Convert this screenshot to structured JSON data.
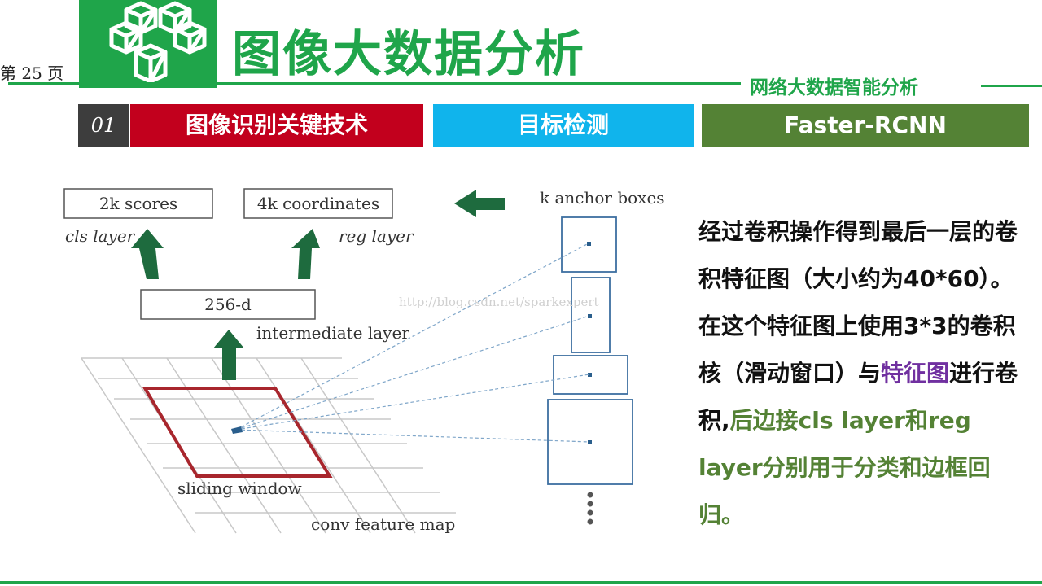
{
  "header": {
    "page_number": "第 25 页",
    "title": "图像大数据分析",
    "subtitle": "网络大数据智能分析",
    "logo_icon": "cube-stack-icon"
  },
  "tabs": [
    {
      "label": "01"
    },
    {
      "label": "图像识别关键技术"
    },
    {
      "label": "目标检测"
    },
    {
      "label": "Faster-RCNN"
    }
  ],
  "diagram": {
    "scores_box": "2k scores",
    "coords_box": "4k coordinates",
    "cls_label": "cls layer",
    "reg_label": "reg layer",
    "intermediate_box": "256-d",
    "intermediate_label": "intermediate layer",
    "anchor_label": "k anchor boxes",
    "sliding_window_label": "sliding window",
    "feature_map_label": "conv feature map",
    "watermark": "http://blog.csdn.net/sparkexpert"
  },
  "description": {
    "part1": "经过卷积操作得到最后一层的卷积特征图（大小约为40*60）。在这个特征图上使用3*3的卷积核（滑动窗口）与",
    "part2": "特征图",
    "part3": "进行卷积,",
    "part4": "后边接cls layer和reg layer分别用于分类和边框回归。"
  },
  "colors": {
    "brand_green": "#1fa54a",
    "tab_red": "#c2001d",
    "tab_blue": "#10b4ec",
    "tab_green": "#548235",
    "purple": "#7030a0"
  }
}
